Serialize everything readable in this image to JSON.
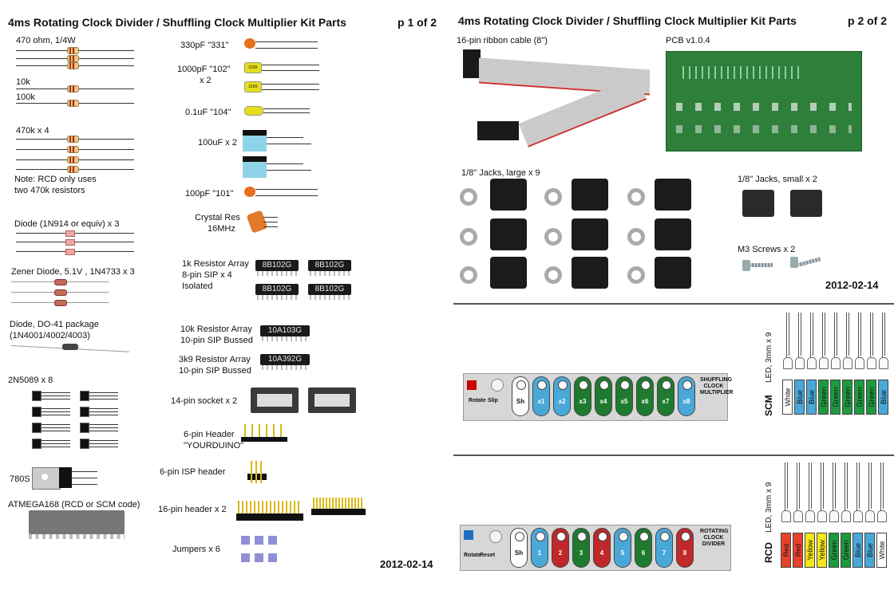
{
  "page1": {
    "title": "4ms Rotating Clock Divider / Shuffling Clock Multiplier  Kit Parts",
    "page": "p 1 of 2",
    "date": "2012-02-14",
    "left": {
      "r470": "470 ohm, 1/4W",
      "r10k": "10k",
      "r100k": "100k",
      "r470k": "470k x 4",
      "note1": "Note: RCD only uses",
      "note2": "two 470k resistors",
      "diode": "Diode (1N914 or equiv) x 3",
      "zener": "Zener Diode, 5.1V , 1N4733 x 3",
      "do41_1": "Diode, DO-41 package",
      "do41_2": "(1N4001/4002/4003)",
      "transistor": "2N5089 x 8",
      "reg": "780S",
      "atmega": "ATMEGA168 (RCD or SCM code)"
    },
    "mid": {
      "c331": "330pF \"331\"",
      "c102a": "1000pF \"102\"",
      "c102b": "x 2",
      "c104": "0.1uF \"104\"",
      "c100u": "100uF x 2",
      "c101": "100pF \"101\"",
      "xtal1": "Crystal Res",
      "xtal2": "16MHz",
      "arr1a": "1k Resistor Array",
      "arr1b": "8-pin SIP x 4",
      "arr1c": "Isolated",
      "arr2a": "10k Resistor Array",
      "arr2b": "10-pin SIP Bussed",
      "arr3a": "3k9 Resistor Array",
      "arr3b": "10-pin SIP Bussed",
      "socket": "14-pin socket x 2",
      "hdr6a": "6-pin  Header",
      "hdr6b": "\"YOURDUINO\"",
      "isp": "6-pin ISP header",
      "hdr16": "16-pin header x 2",
      "jumpers": "Jumpers x 6",
      "sip_8b": "8B102G",
      "sip_10a103": "10A103G",
      "sip_10a392": "10A392G",
      "cap_102k": "102K"
    }
  },
  "page2": {
    "title": "4ms Rotating Clock Divider / Shuffling Clock Multiplier  Kit Parts",
    "page": "p 2 of 2",
    "date": "2012-02-14",
    "ribbon": "16-pin ribbon cable (8\")",
    "pcb": "PCB v1.0.4",
    "jacks_large": "1/8\" Jacks, large x 9",
    "jacks_small": "1/8\" Jacks, small x 2",
    "screws": "M3 Screws x 2",
    "led_label": "LED, 3mm x 9",
    "scm": {
      "label": "SCM",
      "panel_left": [
        "Rotate",
        "Slip"
      ],
      "panel_title": [
        "SHUFFLING",
        "CLOCK",
        "MULTIPLIER"
      ],
      "slots": [
        "Sh",
        "x1",
        "x2",
        "x3",
        "x4",
        "x5",
        "x6",
        "x7",
        "x8"
      ],
      "slot_colors": [
        "#ffffff",
        "#4aa8d8",
        "#4aa8d8",
        "#1e7a2e",
        "#1e7a2e",
        "#1e7a2e",
        "#1e7a2e",
        "#1e7a2e",
        "#4aa8d8"
      ],
      "leds": [
        "White",
        "Blue",
        "Blue",
        "Green",
        "Green",
        "Green",
        "Green",
        "Green",
        "Blue"
      ],
      "led_colors": [
        "#ffffff",
        "#4aa8d8",
        "#4aa8d8",
        "#1e9a3e",
        "#1e9a3e",
        "#1e9a3e",
        "#1e9a3e",
        "#1e9a3e",
        "#4aa8d8"
      ]
    },
    "rcd": {
      "label": "RCD",
      "panel_left": [
        "Rotate",
        "Reset"
      ],
      "panel_title": [
        "ROTATING",
        "CLOCK",
        "DIVIDER"
      ],
      "slots": [
        "Sh",
        "1",
        "2",
        "3",
        "4",
        "5",
        "6",
        "7",
        "8"
      ],
      "slot_colors": [
        "#ffffff",
        "#4aa8d8",
        "#c0282a",
        "#1e7a2e",
        "#c0282a",
        "#4aa8d8",
        "#1e7a2e",
        "#4aa8d8",
        "#c0282a"
      ],
      "leds": [
        "Red",
        "Red",
        "Yellow",
        "Yellow",
        "Green",
        "Green",
        "Blue",
        "Blue",
        "White"
      ],
      "led_colors": [
        "#e8432a",
        "#e8432a",
        "#f5e61a",
        "#f5e61a",
        "#1e9a3e",
        "#1e9a3e",
        "#4aa8d8",
        "#4aa8d8",
        "#ffffff"
      ]
    }
  }
}
